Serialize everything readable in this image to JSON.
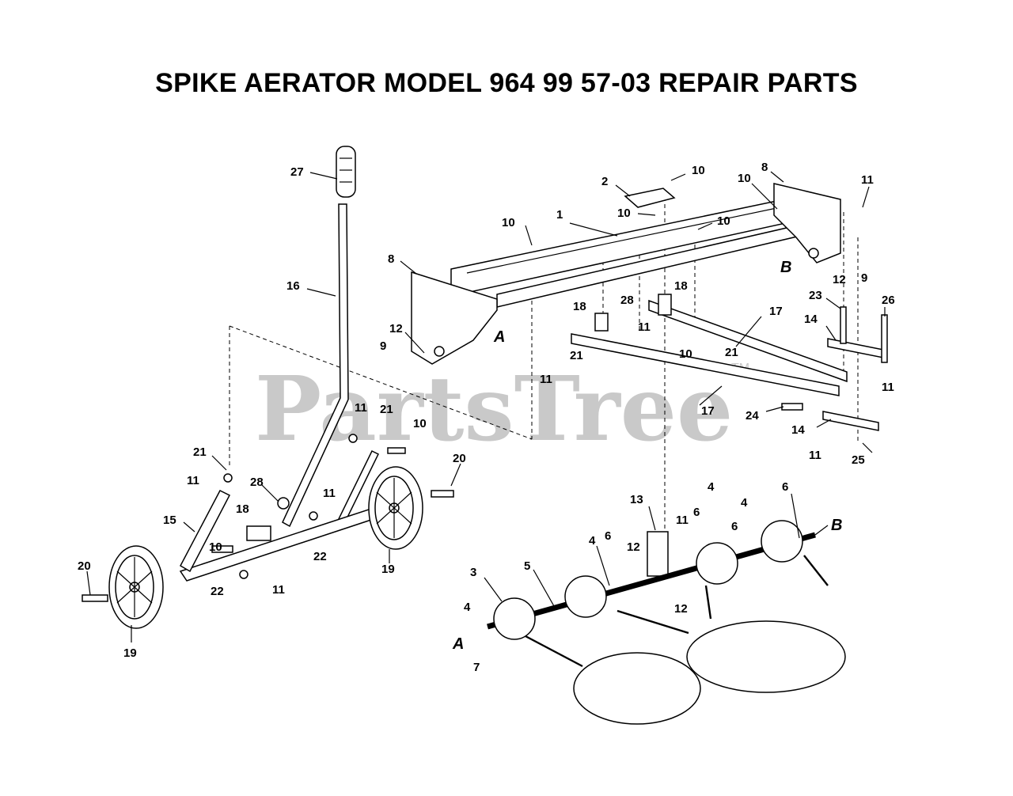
{
  "title": "SPIKE AERATOR MODEL 964 99 57-03 REPAIR PARTS",
  "watermark": {
    "text": "PartsTree",
    "mark": "TM"
  },
  "section_letters": [
    "A",
    "B"
  ],
  "callouts": [
    "1",
    "2",
    "3",
    "4",
    "5",
    "6",
    "7",
    "8",
    "9",
    "10",
    "11",
    "12",
    "13",
    "14",
    "15",
    "16",
    "17",
    "18",
    "19",
    "20",
    "21",
    "22",
    "23",
    "24",
    "25",
    "26",
    "27",
    "28"
  ]
}
